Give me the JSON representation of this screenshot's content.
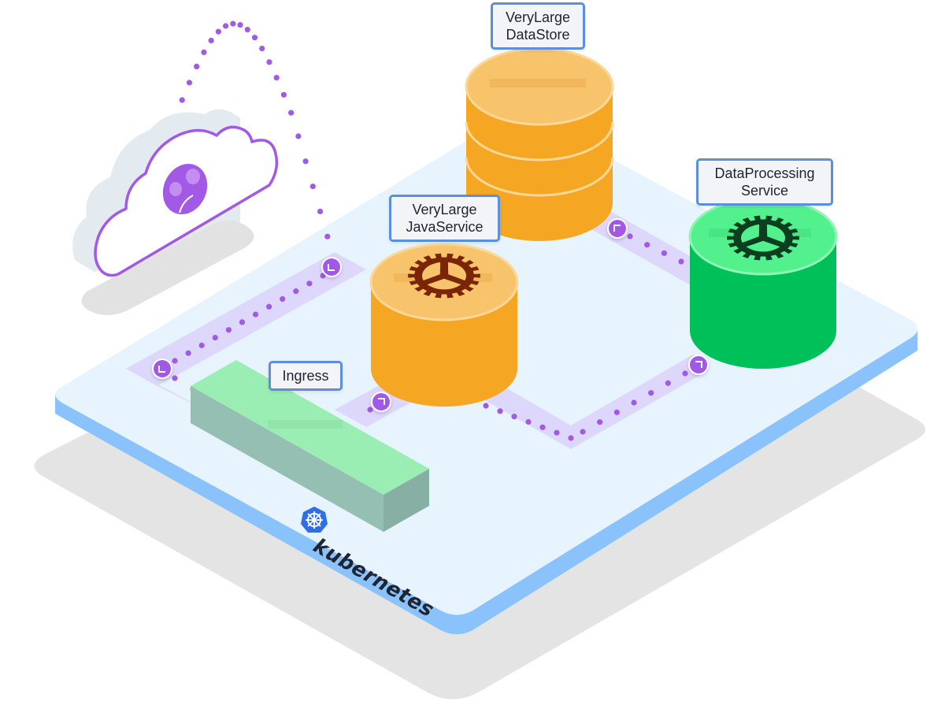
{
  "diagram": {
    "platform": {
      "name": "kubernetes",
      "brand_icon": "kubernetes-helm-icon",
      "colors": {
        "top": "#e7f3fd",
        "edge": "#8ac2fb",
        "shadow": "#e3e3e3",
        "path": "#ddd8fb",
        "dot": "#a259e6"
      }
    },
    "nodes": [
      {
        "id": "cloud",
        "label": "",
        "icon": "users-icon",
        "color": "#a259e6"
      },
      {
        "id": "ingress",
        "label": "Ingress",
        "color": "#9aeeb3"
      },
      {
        "id": "java-service",
        "label_lines": [
          "VeryLarge",
          "JavaService"
        ],
        "icon": "gear-icon",
        "color": "#f5a623",
        "icon_color": "#7a2408"
      },
      {
        "id": "datastore",
        "label_lines": [
          "VeryLarge",
          "DataStore"
        ],
        "icon": "database-icon",
        "color": "#f5a623"
      },
      {
        "id": "data-processing",
        "label_lines": [
          "DataProcessing",
          "Service"
        ],
        "icon": "gear-icon",
        "color": "#00c05a",
        "icon_color": "#0b3d1f"
      }
    ],
    "flow_markers": [
      {
        "icon": "chevron-icon",
        "direction": "down-left"
      },
      {
        "icon": "chevron-icon",
        "direction": "down-left"
      },
      {
        "icon": "chevron-icon",
        "direction": "up-right"
      },
      {
        "icon": "chevron-icon",
        "direction": "up-left"
      },
      {
        "icon": "chevron-icon",
        "direction": "up-right"
      }
    ],
    "edges": [
      {
        "from": "cloud",
        "to": "ingress"
      },
      {
        "from": "ingress",
        "to": "java-service"
      },
      {
        "from": "java-service",
        "to": "data-processing"
      },
      {
        "from": "data-processing",
        "to": "datastore"
      }
    ]
  }
}
